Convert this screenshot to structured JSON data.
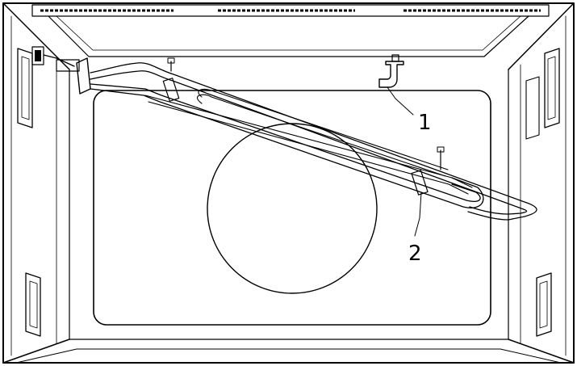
{
  "diagram": {
    "callouts": [
      {
        "id": "1",
        "label": "1",
        "refers_to": "heating-element-bracket"
      },
      {
        "id": "2",
        "label": "2",
        "refers_to": "heating-element-clip"
      }
    ]
  }
}
